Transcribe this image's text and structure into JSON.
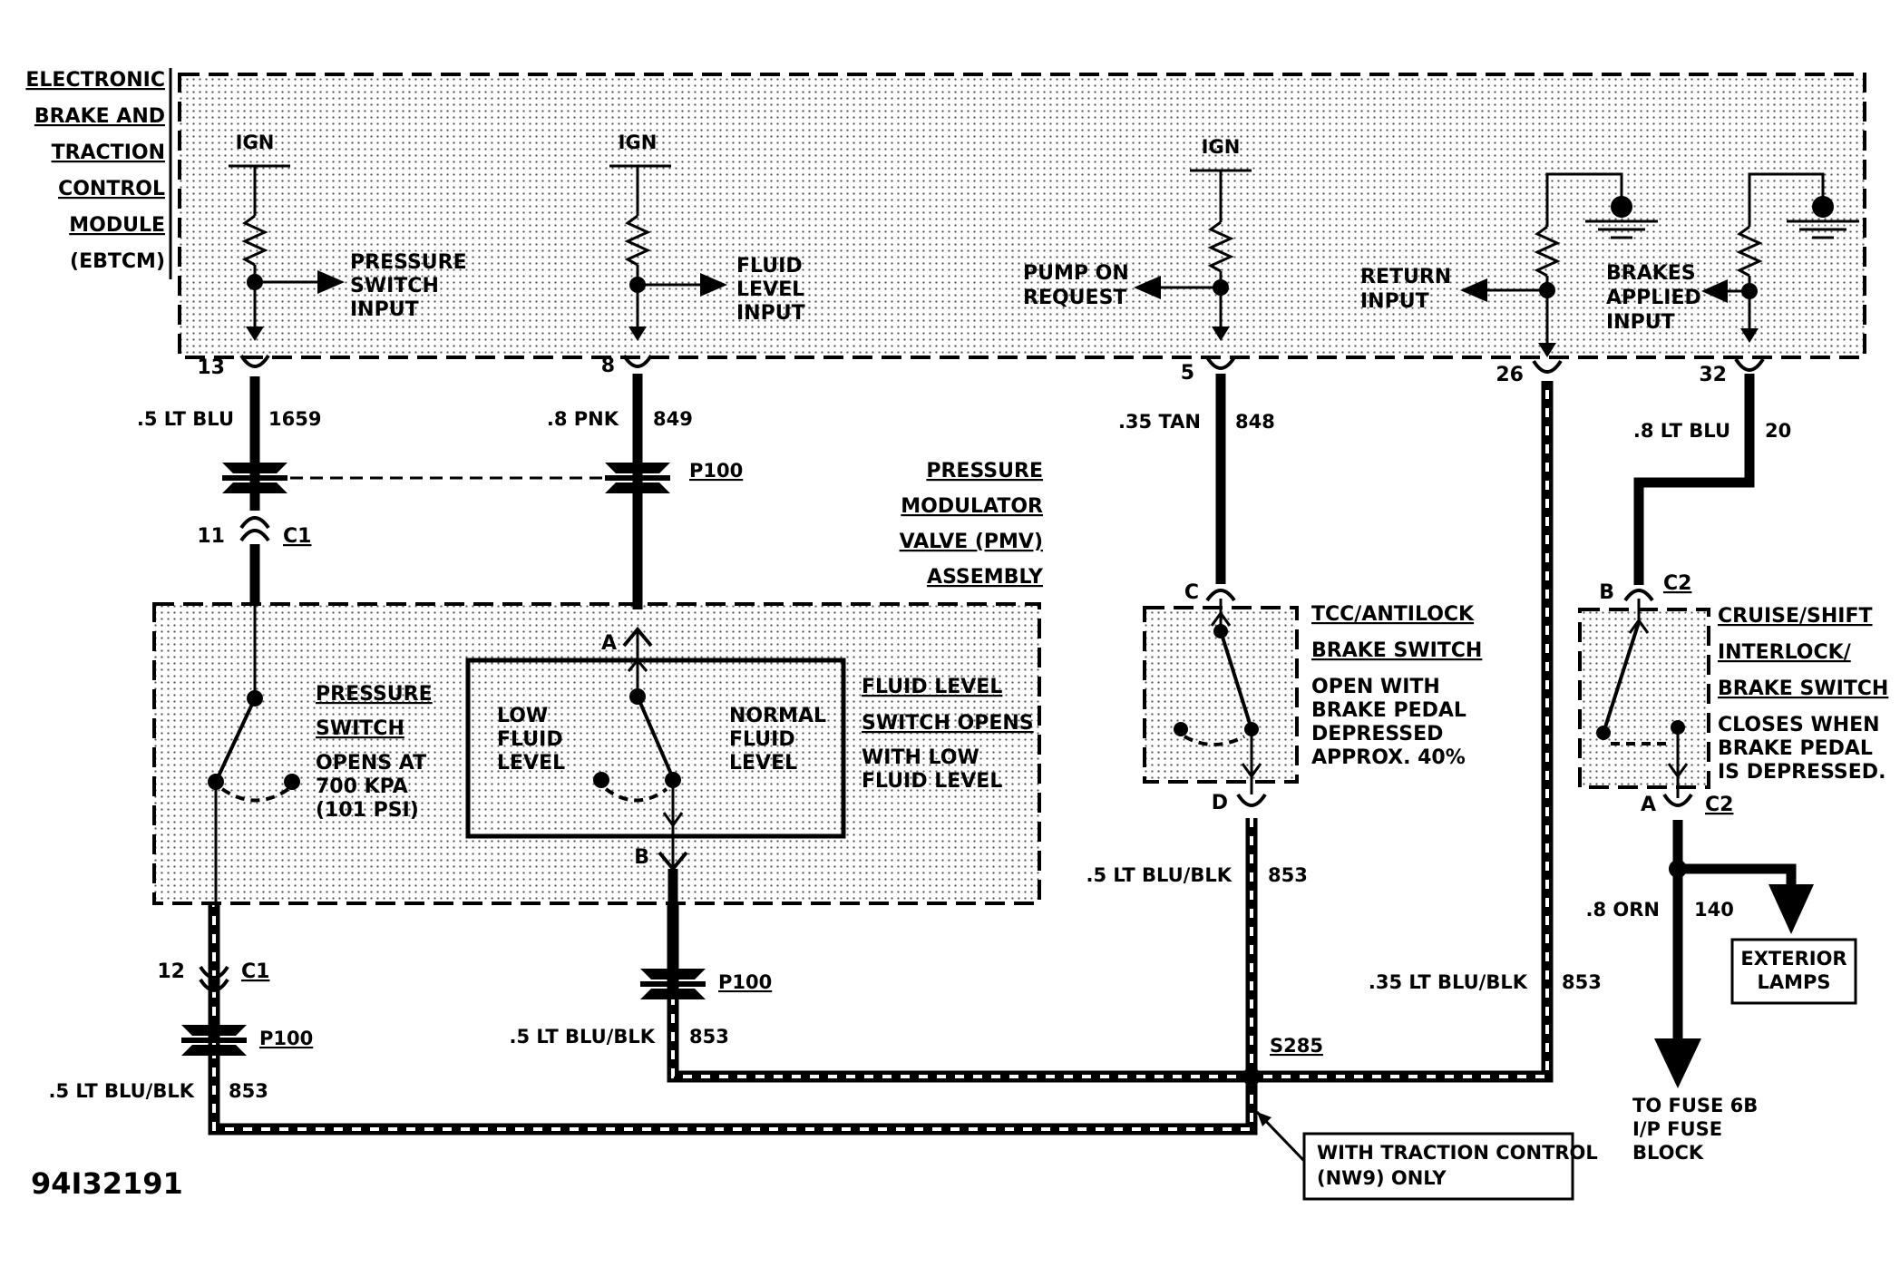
{
  "ebtcm": {
    "label_lines": [
      "ELECTRONIC",
      "BRAKE AND",
      "TRACTION",
      "CONTROL",
      "MODULE",
      "(EBTCM)"
    ],
    "ign": "IGN",
    "pressure_switch_input": [
      "PRESSURE",
      "SWITCH",
      "INPUT"
    ],
    "fluid_level_input": [
      "FLUID",
      "LEVEL",
      "INPUT"
    ],
    "pump_on_request": [
      "PUMP ON",
      "REQUEST"
    ],
    "return_input": [
      "RETURN",
      "INPUT"
    ],
    "brakes_applied_input": [
      "BRAKES",
      "APPLIED",
      "INPUT"
    ]
  },
  "pins": {
    "p13": "13",
    "p8": "8",
    "p5": "5",
    "p26": "26",
    "p32": "32"
  },
  "wires": {
    "w1659": {
      "gauge": ".5 LT BLU",
      "circuit": "1659"
    },
    "w849": {
      "gauge": ".8 PNK",
      "circuit": "849"
    },
    "w848": {
      "gauge": ".35 TAN",
      "circuit": "848"
    },
    "w20": {
      "gauge": ".8 LT BLU",
      "circuit": "20"
    },
    "w853_d": {
      "gauge": ".5 LT BLU/BLK",
      "circuit": "853"
    },
    "w853_r": {
      "gauge": ".35 LT BLU/BLK",
      "circuit": "853"
    },
    "w853_b": {
      "gauge": ".5 LT BLU/BLK",
      "circuit": "853"
    },
    "w853_l": {
      "gauge": ".5 LT BLU/BLK",
      "circuit": "853"
    },
    "w140": {
      "gauge": ".8 ORN",
      "circuit": "140"
    }
  },
  "connectors": {
    "p100": "P100",
    "c1": "C1",
    "c2": "C2",
    "pin11": "11",
    "pin12": "12",
    "pin_a": "A",
    "pin_b": "B",
    "pin_c": "C",
    "pin_d": "D"
  },
  "pmv": {
    "label_lines": [
      "PRESSURE",
      "MODULATOR",
      "VALVE (PMV)",
      "ASSEMBLY"
    ],
    "pressure_switch": [
      "PRESSURE",
      "SWITCH"
    ],
    "pressure_switch_note": [
      "OPENS AT",
      "700 KPA",
      "(101 PSI)"
    ],
    "low_fluid": [
      "LOW",
      "FLUID",
      "LEVEL"
    ],
    "normal_fluid": [
      "NORMAL",
      "FLUID",
      "LEVEL"
    ],
    "fluid_level_switch": [
      "FLUID LEVEL",
      "SWITCH OPENS"
    ],
    "fluid_level_note": [
      "WITH LOW",
      "FLUID LEVEL"
    ]
  },
  "tcc_switch": {
    "label_lines": [
      "TCC/ANTILOCK",
      "BRAKE SWITCH"
    ],
    "note_lines": [
      "OPEN WITH",
      "BRAKE PEDAL",
      "DEPRESSED",
      "APPROX. 40%"
    ]
  },
  "cruise_switch": {
    "label_lines": [
      "CRUISE/SHIFT",
      "INTERLOCK/",
      "BRAKE SWITCH"
    ],
    "note_lines": [
      "CLOSES WHEN",
      "BRAKE PEDAL",
      "IS DEPRESSED."
    ]
  },
  "splice": "S285",
  "traction_note": [
    "WITH TRACTION CONTROL",
    "(NW9) ONLY"
  ],
  "exterior_lamps": [
    "EXTERIOR",
    "LAMPS"
  ],
  "fuse_note": [
    "TO FUSE 6B",
    "I/P FUSE",
    "BLOCK"
  ],
  "figure_id": "94I32191"
}
